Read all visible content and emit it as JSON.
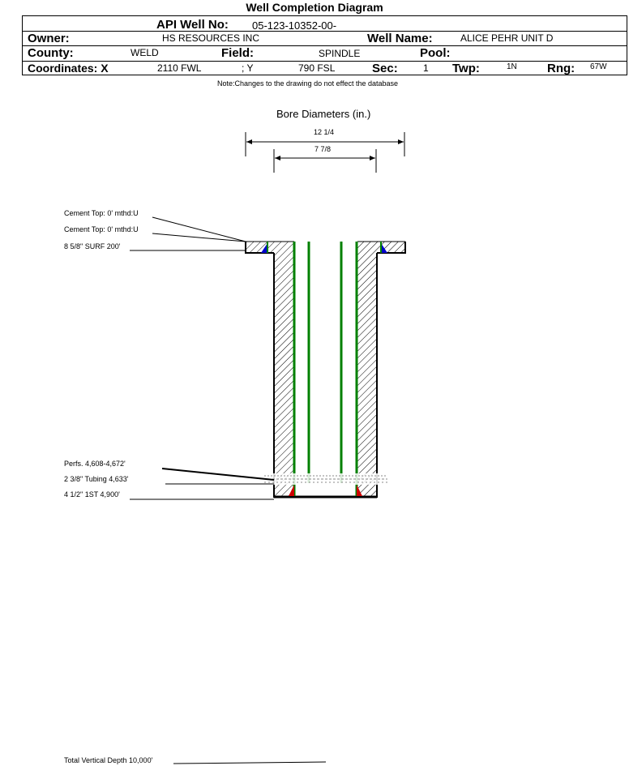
{
  "title": "Well Completion Diagram",
  "header": {
    "api_label": "API Well No:",
    "api_value": "05-123-10352-00-",
    "owner_label": "Owner:",
    "owner_value": "HS RESOURCES INC",
    "well_name_label": "Well Name:",
    "well_name_value": "ALICE PEHR UNIT D",
    "county_label": "County:",
    "county_value": "WELD",
    "field_label": "Field:",
    "field_value": "SPINDLE",
    "pool_label": "Pool:",
    "pool_value": "",
    "coords_label": "Coordinates: X",
    "coords_x_value": "2110 FWL",
    "coords_y_value": "; Y",
    "coords_y2_value": "790 FSL",
    "sec_label": "Sec:",
    "sec_value": "1",
    "twp_label": "Twp:",
    "twp_value": "1N",
    "rng_label": "Rng:",
    "rng_value": "67W"
  },
  "note": "Note:Changes to the drawing do not effect the database",
  "bore": {
    "title": "Bore Diameters (in.)",
    "outer": "12 1/4",
    "inner": "7 7/8"
  },
  "labels": {
    "cement_top_1": "Cement Top: 0' mthd:U",
    "cement_top_2": "Cement Top: 0' mthd:U",
    "surface_casing": "8 5/8\" SURF 200'",
    "perfs": "Perfs. 4,608-4,672'",
    "tubing": "2 3/8\" Tubing 4,633'",
    "production_casing": "4 1/2\" 1ST 4,900'",
    "total_depth": "Total Vertical Depth 10,000'"
  },
  "colors": {
    "casing_green": "#008000",
    "cement_blue": "#0000cc",
    "cement_red": "#cc0000",
    "hatch": "#000000"
  }
}
